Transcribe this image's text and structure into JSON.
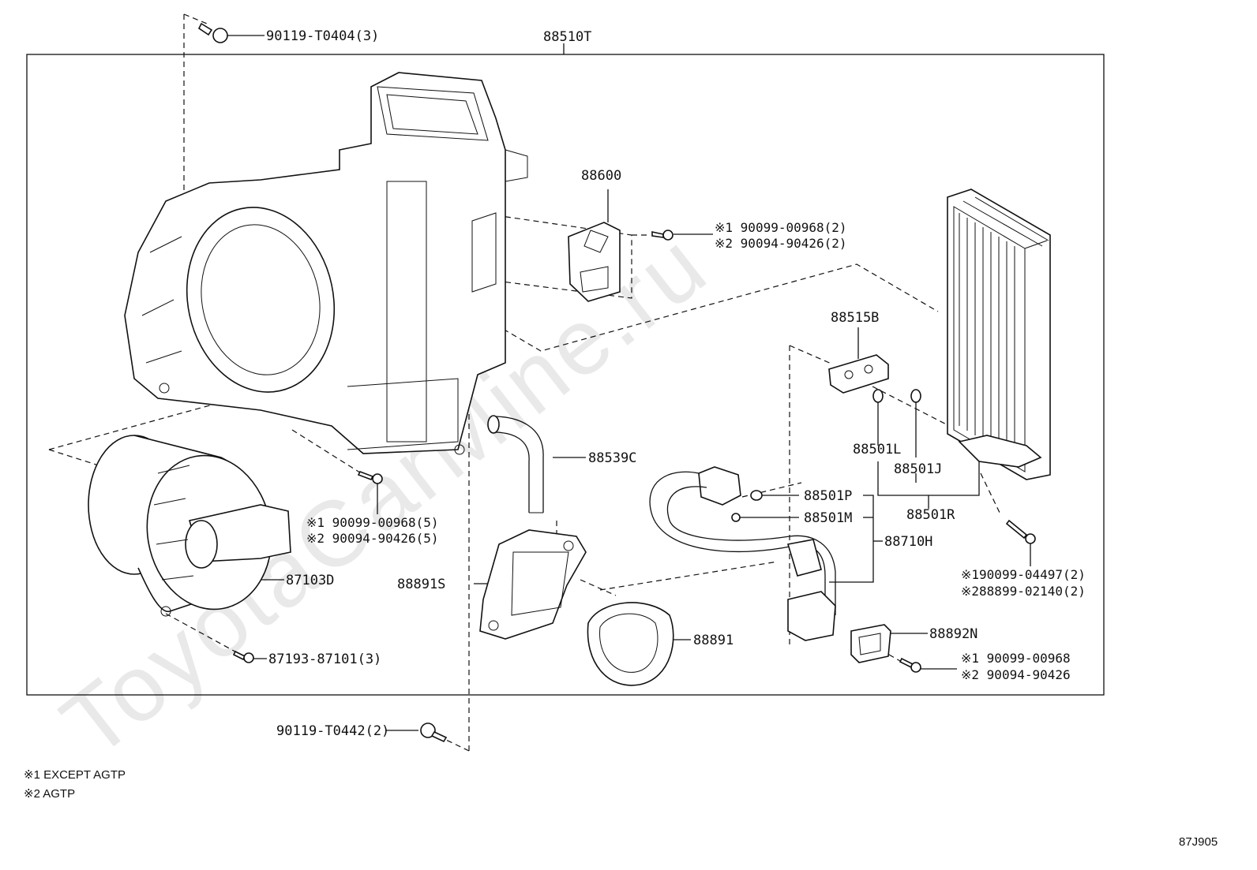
{
  "watermark": "ToyotaCarMine.ru",
  "diagram_code": "87J905",
  "footnotes": [
    {
      "text": "※1 EXCEPT AGTP"
    },
    {
      "text": "※2 AGTP"
    }
  ],
  "labels": {
    "assembly": "88510T",
    "bolt_top": "90119-T0404(3)",
    "resistor": "88600",
    "resistor_screw_1": "※1 90099-00968(2)",
    "resistor_screw_2": "※2 90094-90426(2)",
    "valve": "88515B",
    "oring_l": "88501L",
    "oring_j": "88501J",
    "oring_p": "88501P",
    "oring_m": "88501M",
    "oring_r": "88501R",
    "tube": "88710H",
    "evap_screw_1": "※190099-04497(2)",
    "evap_screw_2": "※288899-02140(2)",
    "hose": "88539C",
    "case_screw_1": "※1 90099-00968(5)",
    "case_screw_2": "※2 90094-90426(5)",
    "blower": "87103D",
    "seal": "88891S",
    "grommet": "88891",
    "bracket": "88892N",
    "bracket_screw_1": "※1 90099-00968",
    "bracket_screw_2": "※2 90094-90426",
    "blower_screw": "87193-87101(3)",
    "bottom_bolt": "90119-T0442(2)"
  }
}
